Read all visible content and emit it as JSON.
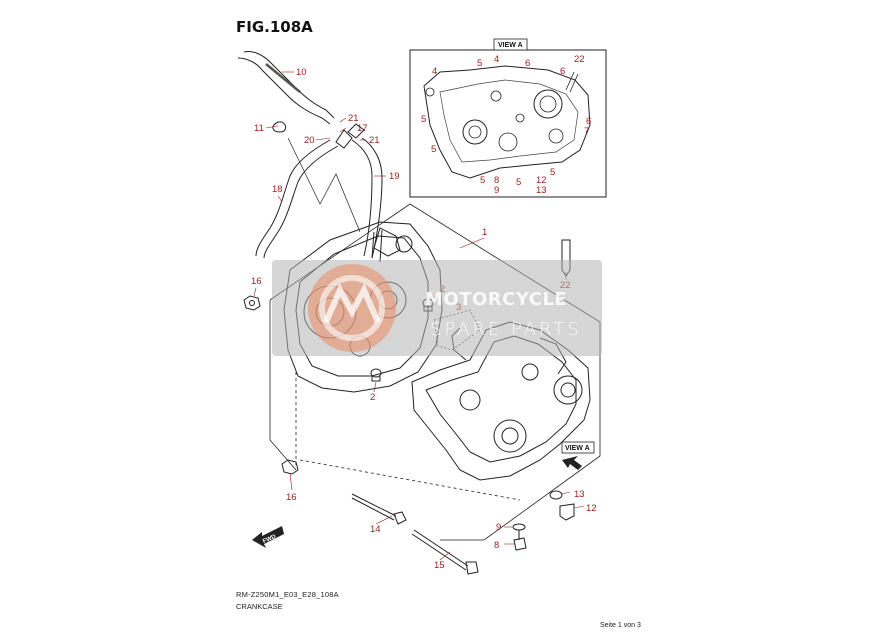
{
  "figure": {
    "title": "FIG.108A",
    "code": "RM-Z250M1_E03_E28_108A",
    "name": "CRANKCASE",
    "page": "Seite 1 von 3"
  },
  "watermark": {
    "title": "MOTORCYCLE",
    "subtitle": "SPARE PARTS"
  },
  "labels": {
    "view_a_inset": "VIEW A",
    "view_a_arrow": "VIEW A",
    "fwd": "FWD"
  },
  "callouts": [
    "10",
    "11",
    "21",
    "17",
    "20",
    "21",
    "18",
    "19",
    "1",
    "16",
    "2",
    "2",
    "16",
    "14",
    "15",
    "22",
    "3",
    "13",
    "12",
    "9",
    "8",
    "4",
    "5",
    "4",
    "6",
    "6",
    "22",
    "5",
    "6",
    "7",
    "5",
    "5",
    "8",
    "9",
    "5",
    "12",
    "13",
    "5"
  ],
  "colors": {
    "callout": "#9b1c1c",
    "line": "#222222",
    "watermark": "#c8c8c8"
  }
}
